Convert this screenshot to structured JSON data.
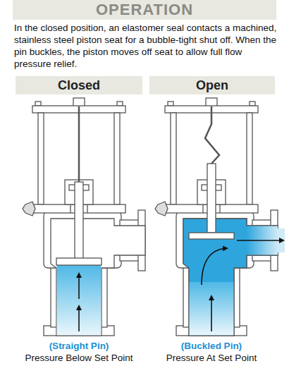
{
  "diagram": {
    "title": "OPERATION",
    "nodes": [
      {
        "text": [
          "Closed"
        ]
      },
      {
        "text": [
          "Open"
        ]
      }
    ],
    "labels": [
      "In the closed position, an elastomer seal contacts a machined, stainless steel piston seat for a bubble-tight shut off. When the pin buckles, the piston moves off seat to allow full flow pressure relief.",
      "(Straight Pin)",
      "Pressure Below Set Point",
      "(Buckled Pin)",
      "Pressure At Set Point"
    ]
  }
}
